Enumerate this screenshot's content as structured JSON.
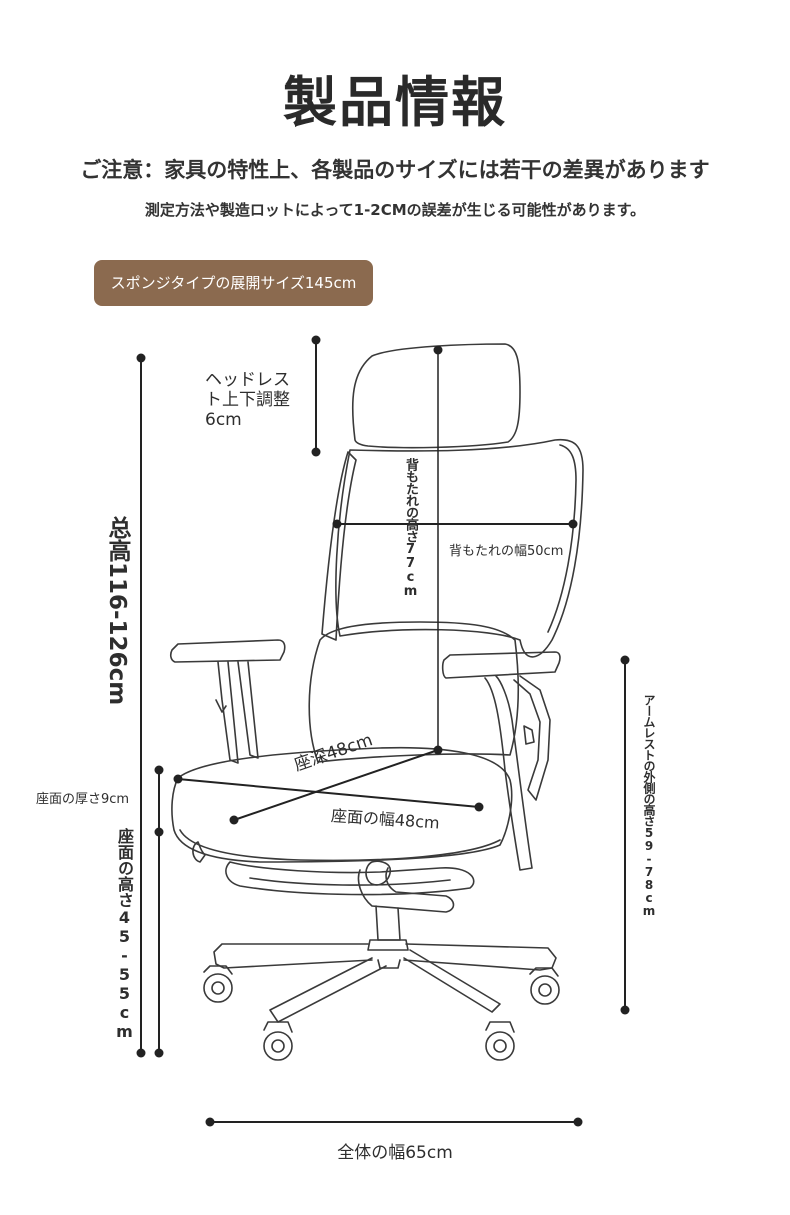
{
  "header": {
    "title": "製品情報",
    "note_primary": "ご注意：家具の特性上、各製品のサイズには若干の差異があります",
    "note_secondary": "測定方法や製造ロットによって1-2CMの誤差が生じる可能性があります。"
  },
  "badge": {
    "label": "スポンジタイプの展開サイズ145cm"
  },
  "dimensions": {
    "headrest_line1": "ヘッドレス",
    "headrest_line2": "ト上下調整",
    "headrest_line3": "6cm",
    "total_height": "总高116-126cm",
    "backrest_height": "背もたれの高さ77cm",
    "backrest_width": "背もたれの幅50cm",
    "seat_depth": "座深48cm",
    "seat_width": "座面の幅48cm",
    "seat_thickness": "座面の厚さ9cm",
    "seat_height": "座面の高さ45-55cm",
    "armrest_height": "アームレストの外側の高さ59-78cm",
    "overall_width": "全体の幅65cm"
  },
  "colors": {
    "badge_bg": "#8b6a4f",
    "line": "#222222",
    "chair_stroke": "#3a3a3a"
  }
}
